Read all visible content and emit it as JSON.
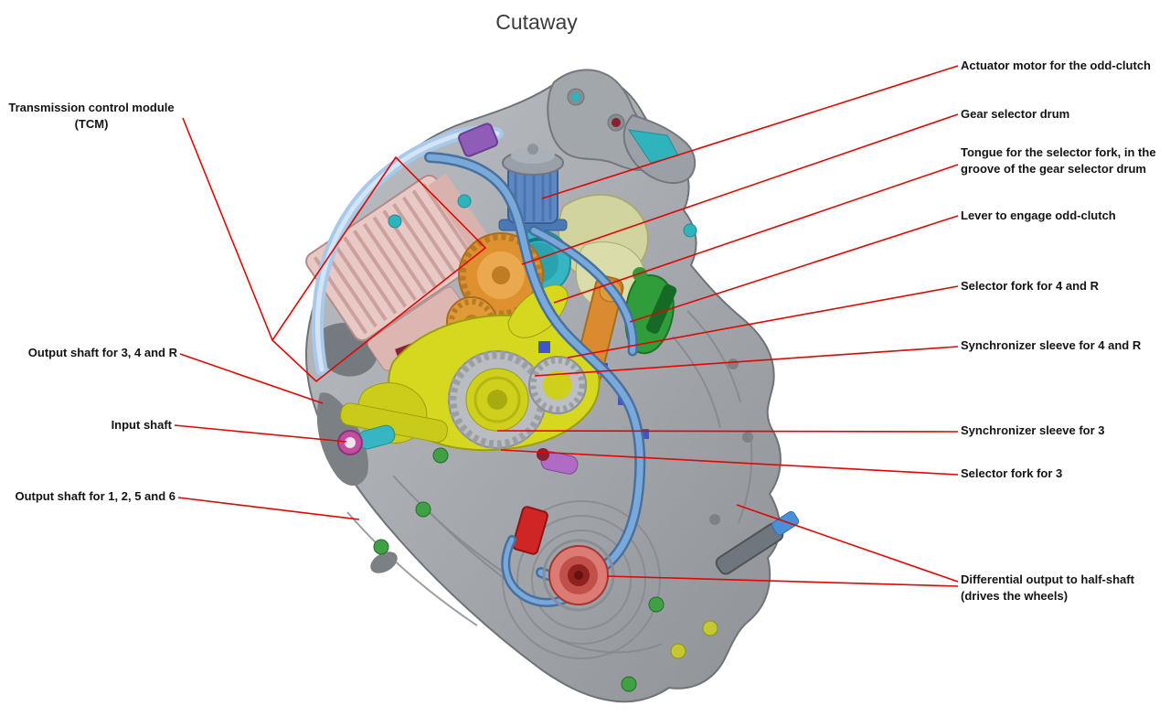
{
  "title": "Cutaway",
  "colors": {
    "leader_line": "#e10600",
    "background": "#ffffff",
    "label_text": "#141414"
  },
  "labels": {
    "left": [
      {
        "id": "tcm",
        "line1": "Transmission control module",
        "line2": "(TCM)"
      },
      {
        "id": "output-shaft-3-4-r",
        "text": "Output shaft for 3, 4 and R"
      },
      {
        "id": "input-shaft",
        "text": "Input shaft"
      },
      {
        "id": "output-shaft-1-2-5-6",
        "text": "Output shaft for 1, 2, 5 and 6"
      }
    ],
    "right": [
      {
        "id": "actuator-motor",
        "text": "Actuator motor for the odd-clutch"
      },
      {
        "id": "gear-selector-drum",
        "text": "Gear selector drum"
      },
      {
        "id": "selector-fork-tongue",
        "line1": "Tongue for the selector fork, in the",
        "line2": "groove of the gear selector drum"
      },
      {
        "id": "odd-clutch-lever",
        "text": "Lever to engage odd-clutch"
      },
      {
        "id": "selector-fork-4-r",
        "text": "Selector fork for 4 and R"
      },
      {
        "id": "synchronizer-sleeve-4-r",
        "text": "Synchronizer sleeve for 4 and R"
      },
      {
        "id": "synchronizer-sleeve-3",
        "text": "Synchronizer sleeve for 3"
      },
      {
        "id": "selector-fork-3",
        "text": "Selector fork for 3"
      },
      {
        "id": "differential-output",
        "line1": "Differential output to half-shaft",
        "line2": "(drives the wheels)"
      }
    ]
  },
  "illustration": {
    "part_colors": {
      "housing": "#a9adb2",
      "tcm_module": "#e9c9c5",
      "actuator_motor": "#5d88c4",
      "gear_selector_drum": "#35b6c2",
      "odd_clutch_drum": "#e0912f",
      "gear_assembly": "#d6d81f",
      "selector_fork_lever": "#2f9e3a",
      "hydraulic_pipes": "#79a8da",
      "differential_output": "#c2504a"
    }
  }
}
